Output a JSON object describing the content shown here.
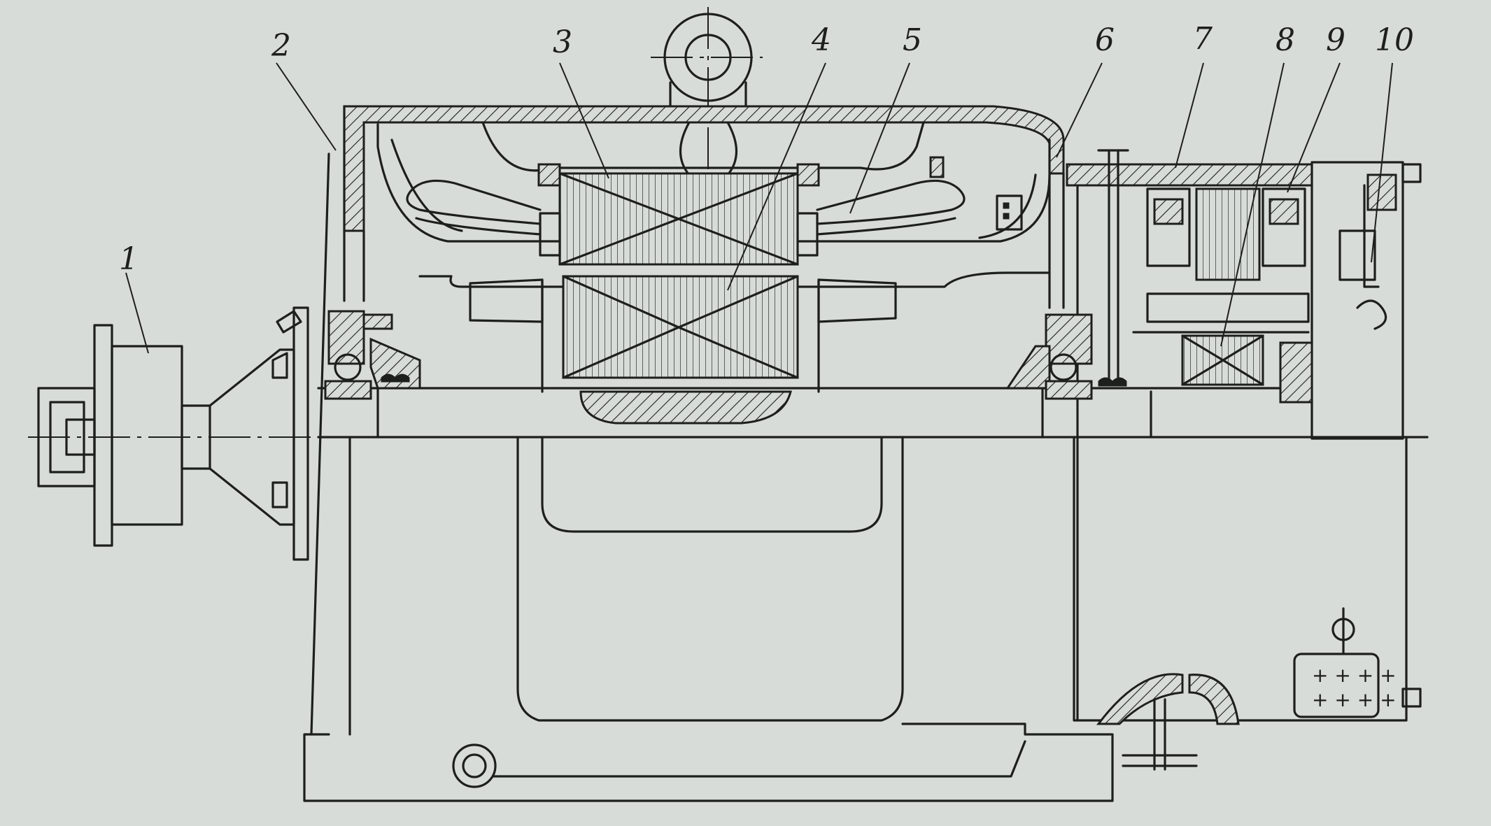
{
  "diagram": {
    "callouts": [
      {
        "id": "1",
        "text": "1"
      },
      {
        "id": "2",
        "text": "2"
      },
      {
        "id": "3",
        "text": "3"
      },
      {
        "id": "4",
        "text": "4"
      },
      {
        "id": "5",
        "text": "5"
      },
      {
        "id": "6",
        "text": "6"
      },
      {
        "id": "7",
        "text": "7"
      },
      {
        "id": "8",
        "text": "8"
      },
      {
        "id": "9",
        "text": "9"
      },
      {
        "id": "10",
        "text": "10"
      }
    ],
    "colors": {
      "paper": "#d7dcd8",
      "ink": "#1d1f1d"
    }
  }
}
